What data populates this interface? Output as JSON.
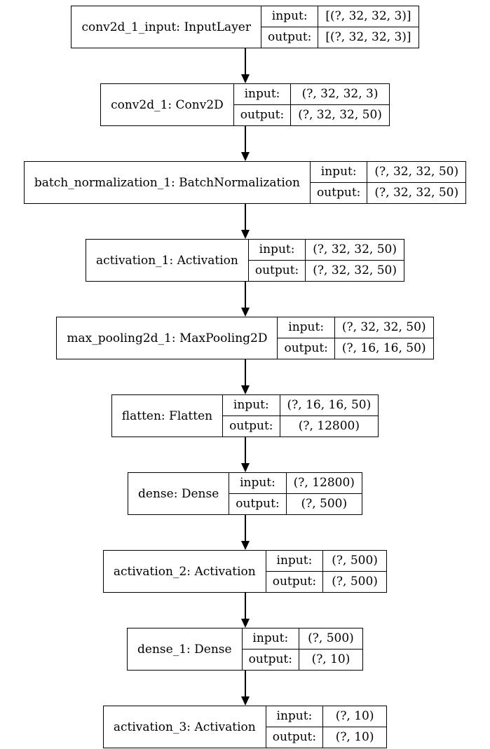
{
  "diagram": {
    "kind": "keras-model-architecture",
    "colors": {
      "background": "#ffffff",
      "border": "#000000",
      "text": "#000000",
      "arrow": "#000000"
    },
    "labels": {
      "input": "input:",
      "output": "output:"
    },
    "nodes": [
      {
        "name": "conv2d_1_input: InputLayer",
        "input": "[(?, 32, 32, 3)]",
        "output": "[(?, 32, 32, 3)]"
      },
      {
        "name": "conv2d_1: Conv2D",
        "input": "(?, 32, 32, 3)",
        "output": "(?, 32, 32, 50)"
      },
      {
        "name": "batch_normalization_1: BatchNormalization",
        "input": "(?, 32, 32, 50)",
        "output": "(?, 32, 32, 50)"
      },
      {
        "name": "activation_1: Activation",
        "input": "(?, 32, 32, 50)",
        "output": "(?, 32, 32, 50)"
      },
      {
        "name": "max_pooling2d_1: MaxPooling2D",
        "input": "(?, 32, 32, 50)",
        "output": "(?, 16, 16, 50)"
      },
      {
        "name": "flatten: Flatten",
        "input": "(?, 16, 16, 50)",
        "output": "(?, 12800)"
      },
      {
        "name": "dense: Dense",
        "input": "(?, 12800)",
        "output": "(?, 500)"
      },
      {
        "name": "activation_2: Activation",
        "input": "(?, 500)",
        "output": "(?, 500)"
      },
      {
        "name": "dense_1: Dense",
        "input": "(?, 500)",
        "output": "(?, 10)"
      },
      {
        "name": "activation_3: Activation",
        "input": "(?, 10)",
        "output": "(?, 10)"
      }
    ],
    "edges": [
      {
        "from": 0,
        "to": 1
      },
      {
        "from": 1,
        "to": 2
      },
      {
        "from": 2,
        "to": 3
      },
      {
        "from": 3,
        "to": 4
      },
      {
        "from": 4,
        "to": 5
      },
      {
        "from": 5,
        "to": 6
      },
      {
        "from": 6,
        "to": 7
      },
      {
        "from": 7,
        "to": 8
      },
      {
        "from": 8,
        "to": 9
      }
    ]
  }
}
